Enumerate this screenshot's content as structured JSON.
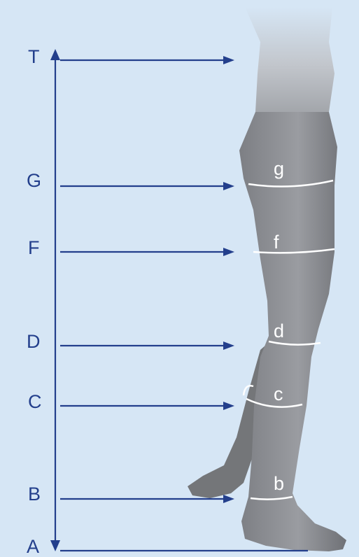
{
  "colors": {
    "background": "#d6e6f5",
    "arrow": "#233f8c",
    "level_label": "#233f8c",
    "leg": "#8a8c91",
    "measure_ring": "#ffffff"
  },
  "levels": [
    "T",
    "G",
    "F",
    "D",
    "C",
    "B",
    "A"
  ],
  "circumferences": [
    "g",
    "f",
    "d",
    "c",
    "b"
  ],
  "icons": {
    "axis": "vertical-double-arrow",
    "pointer": "right-arrow",
    "leg": "compression-stocking-leg-figure"
  }
}
